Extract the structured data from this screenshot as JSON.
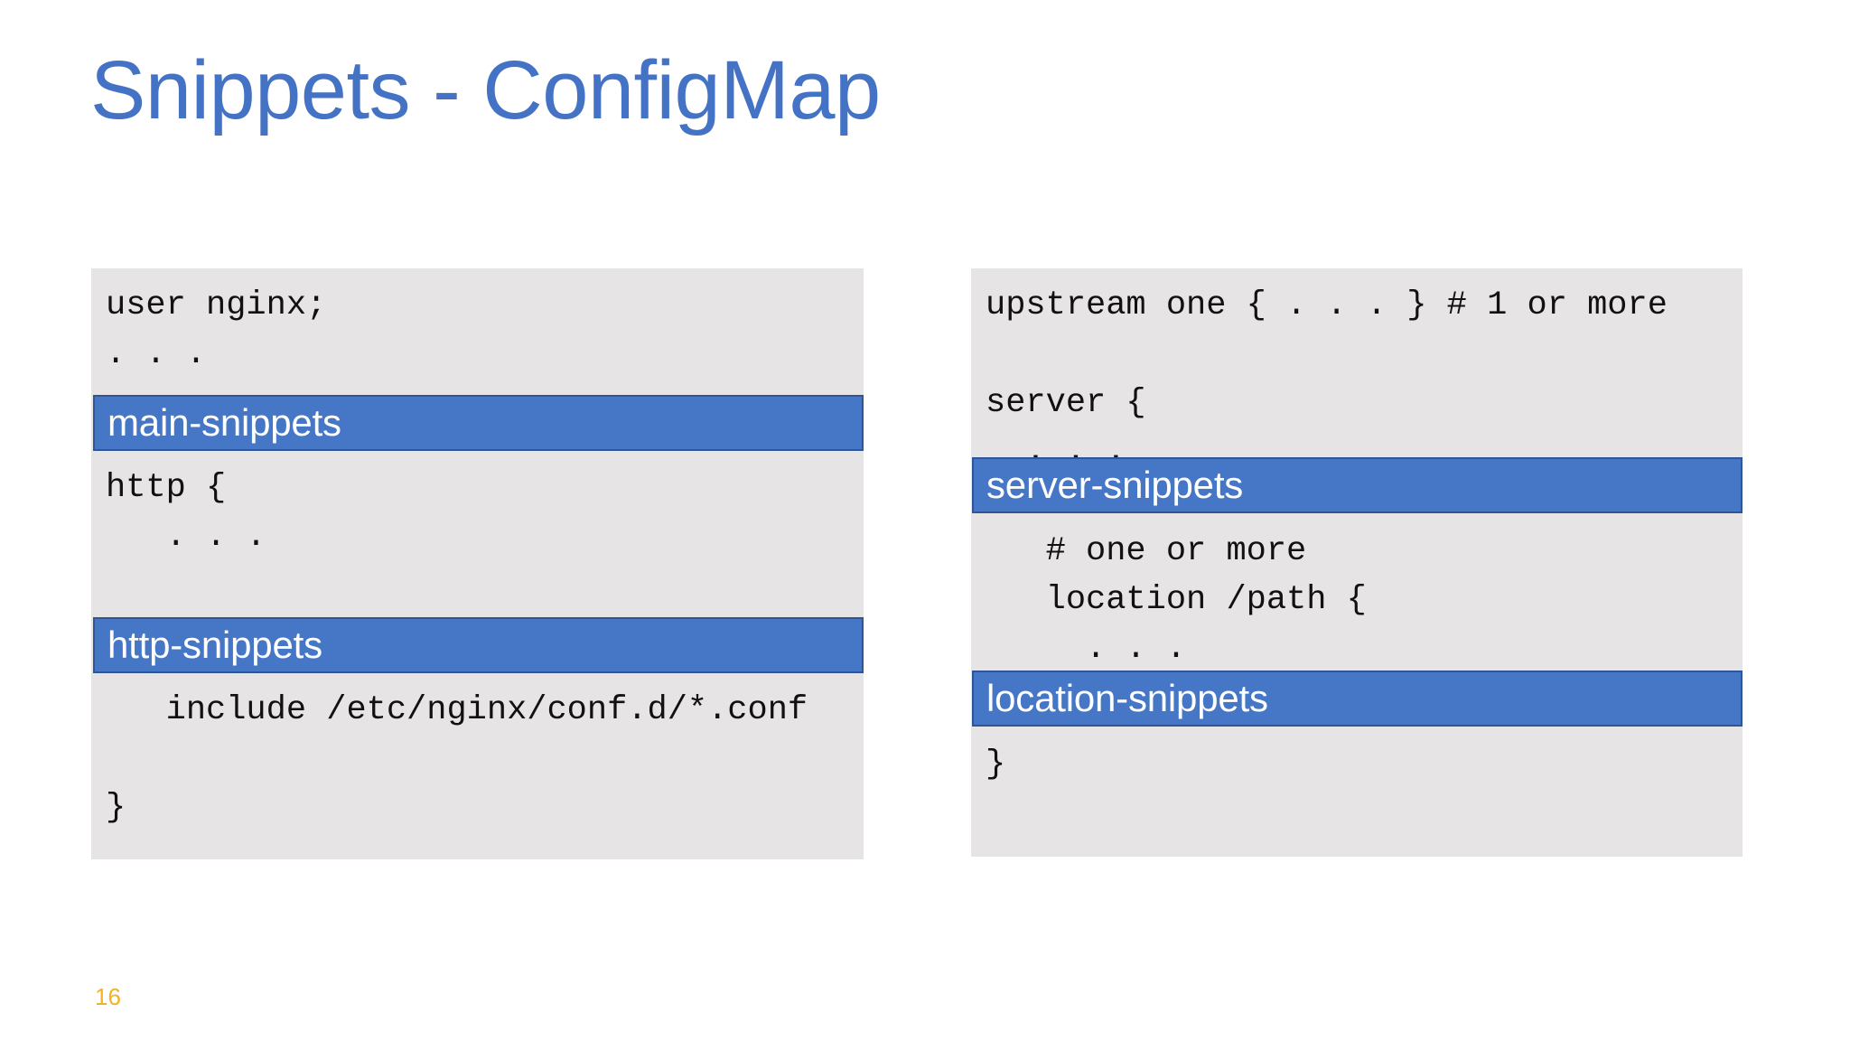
{
  "slide": {
    "title": "Snippets - ConfigMap",
    "page_number": "16",
    "title_color": "#4472C4",
    "page_number_color": "#F0B323",
    "snippet_bar_color": "#4577C6",
    "snippet_bar_border_color": "#2E5598",
    "code_panel_background": "#E6E4E5",
    "code_text_color": "#111111",
    "background": "#FFFFFF"
  },
  "left_panel": {
    "code_top": "user nginx;\n. . .",
    "bar_main": "main-snippets",
    "code_middle": "http {\n   . . .",
    "bar_http": "http-snippets",
    "code_bottom": "   include /etc/nginx/conf.d/*.conf\n\n}"
  },
  "right_panel": {
    "code_top": "upstream one { . . . } # 1 or more\n\nserver {\n  . . .",
    "bar_server": "server-snippets",
    "code_middle": "   # one or more\n   location /path {\n     . . .\n   }",
    "bar_location": "location-snippets",
    "code_bottom": "}"
  }
}
